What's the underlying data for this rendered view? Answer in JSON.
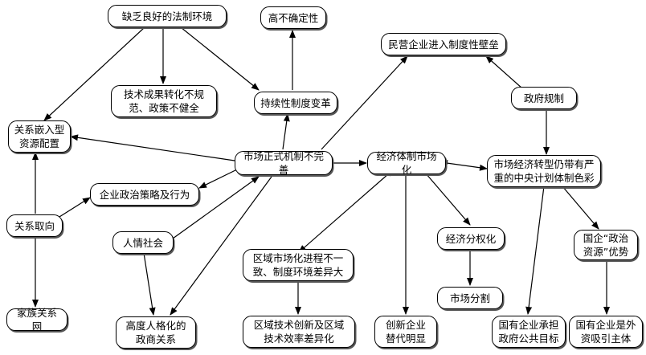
{
  "nodes": {
    "legal_env": "缺乏良好的法制环境",
    "high_uncertainty": "高不确定性",
    "private_entry": "民营企业进入制度性壁垒",
    "tech_transfer": "技术成果转化不规\n范、政策不健全",
    "continuous_change": "持续性制度变革",
    "gov_regulation": "政府规制",
    "embedded_allocation": "关系嵌入型\n资源配置",
    "market_imperfect": "市场正式机制不完善",
    "marketization": "经济体制市场化",
    "planned_color": "市场经济转型仍带有严\n重的中央计划体制色彩",
    "political_strategy": "企业政治策略及行为",
    "relation_orientation": "关系取向",
    "human_society": "人情社会",
    "regional_gap": "区域市场化进程不一\n致、制度环境差异大",
    "decentralization": "经济分权化",
    "soe_resources": "国企“政治\n资源”优势",
    "market_segmentation": "市场分割",
    "family_network": "家族关系网",
    "personalized_relation": "高度人格化的\n政商关系",
    "regional_innovation": "区域技术创新及区域\n技术效率差异化",
    "innovation_substitution": "创新企业\n替代明显",
    "soe_public_goals": "国有企业承担\n政府公共目标",
    "soe_fdi": "国有企业是外\n资吸引主体"
  }
}
